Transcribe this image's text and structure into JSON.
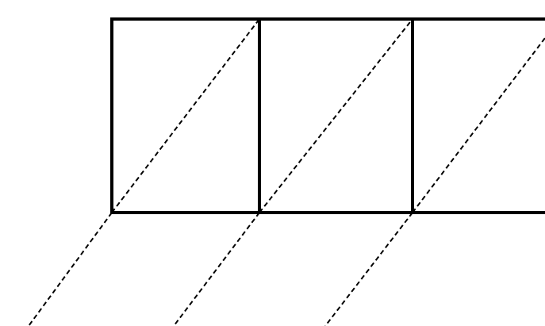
{
  "diagram": {
    "kind": "square-grid-with-diagonals",
    "squares": 3,
    "rows": 1,
    "dashed_diagonals_per_square": 1,
    "extended_dashed_lines_below": 3,
    "colors": {
      "background": "#ffffff",
      "line": "#000000"
    }
  }
}
